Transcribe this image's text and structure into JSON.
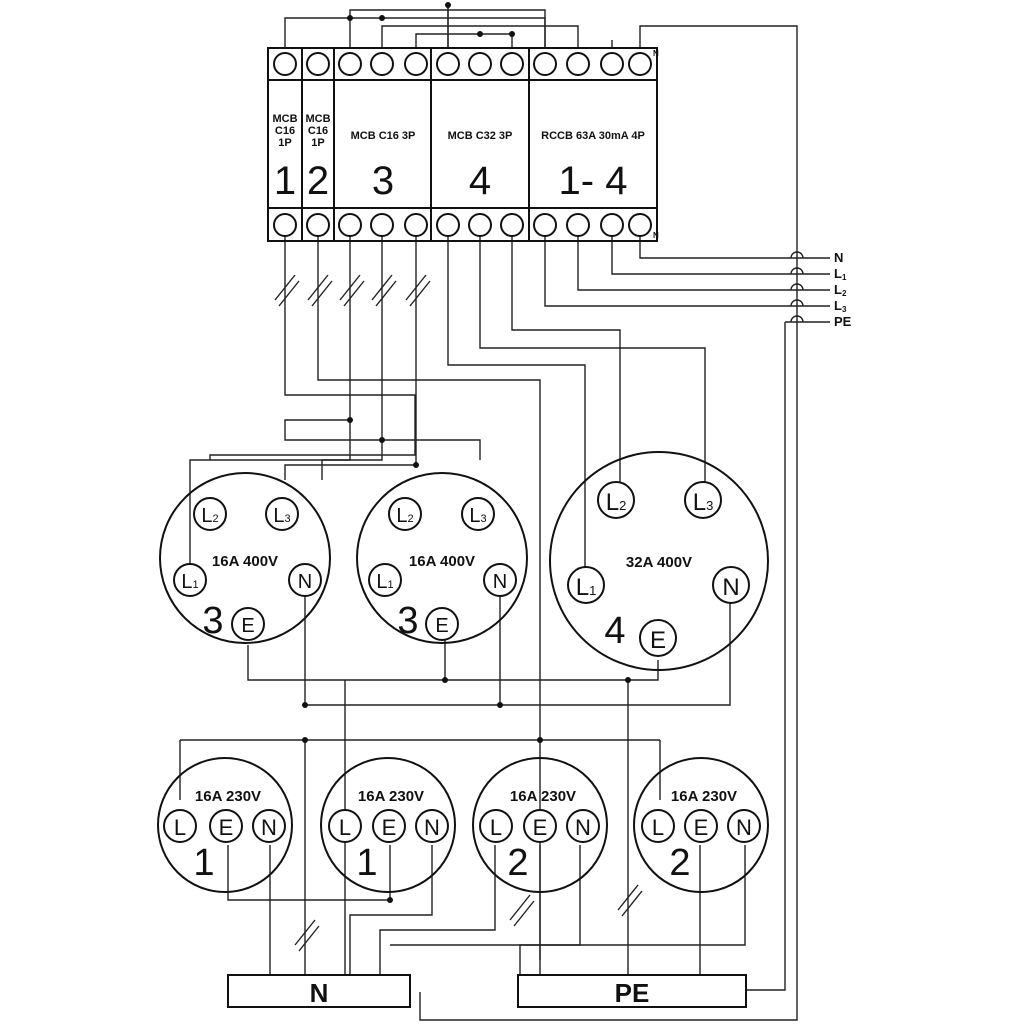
{
  "breakers": [
    {
      "label_lines": [
        "MCB",
        "C16",
        "1P"
      ],
      "number": "1"
    },
    {
      "label_lines": [
        "MCB",
        "C16",
        "1P"
      ],
      "number": "2"
    },
    {
      "label": "MCB C16 3P",
      "number": "3"
    },
    {
      "label": "MCB C32 3P",
      "number": "4"
    },
    {
      "label": "RCCB 63A 30mA 4P",
      "number": "1- 4"
    }
  ],
  "terminal_marks": {
    "top_n": "N",
    "bottom_n": "N"
  },
  "supply_lines": [
    {
      "base": "N",
      "sub": ""
    },
    {
      "base": "L",
      "sub": "1"
    },
    {
      "base": "L",
      "sub": "2"
    },
    {
      "base": "L",
      "sub": "3"
    },
    {
      "base": "PE",
      "sub": ""
    }
  ],
  "three_phase_sockets": [
    {
      "rating": "16A  400V",
      "circuit": "3",
      "pins": {
        "l1": "L",
        "l1_sub": "1",
        "l2": "L",
        "l2_sub": "2",
        "l3": "L",
        "l3_sub": "3",
        "n": "N",
        "e": "E"
      }
    },
    {
      "rating": "16A  400V",
      "circuit": "3",
      "pins": {
        "l1": "L",
        "l1_sub": "1",
        "l2": "L",
        "l2_sub": "2",
        "l3": "L",
        "l3_sub": "3",
        "n": "N",
        "e": "E"
      }
    },
    {
      "rating": "32A  400V",
      "circuit": "4",
      "pins": {
        "l1": "L",
        "l1_sub": "1",
        "l2": "L",
        "l2_sub": "2",
        "l3": "L",
        "l3_sub": "3",
        "n": "N",
        "e": "E"
      }
    }
  ],
  "single_phase_sockets": [
    {
      "rating": "16A  230V",
      "circuit": "1",
      "pins": {
        "l": "L",
        "e": "E",
        "n": "N"
      }
    },
    {
      "rating": "16A  230V",
      "circuit": "1",
      "pins": {
        "l": "L",
        "e": "E",
        "n": "N"
      }
    },
    {
      "rating": "16A  230V",
      "circuit": "2",
      "pins": {
        "l": "L",
        "e": "E",
        "n": "N"
      }
    },
    {
      "rating": "16A  230V",
      "circuit": "2",
      "pins": {
        "l": "L",
        "e": "E",
        "n": "N"
      }
    }
  ],
  "busbars": {
    "neutral": "N",
    "earth": "PE"
  }
}
